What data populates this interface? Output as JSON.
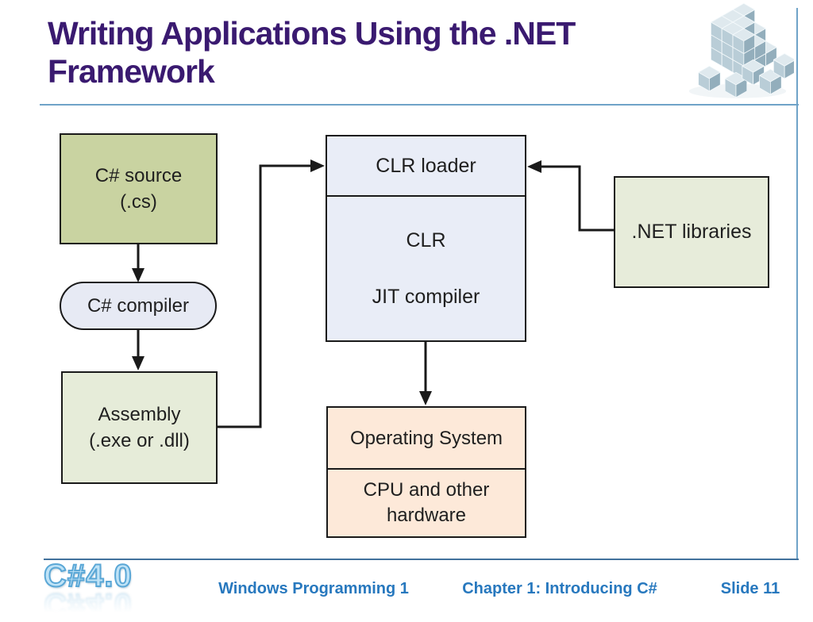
{
  "title": "Writing Applications Using the .NET Framework",
  "diagram": {
    "source_box": {
      "line1": "C# source",
      "line2": "(.cs)"
    },
    "compiler": {
      "label": "C# compiler"
    },
    "assembly_box": {
      "line1": "Assembly",
      "line2": "(.exe or .dll)"
    },
    "clr_box": {
      "header": "CLR loader",
      "line1": "CLR",
      "line2": "JIT compiler"
    },
    "libraries_box": {
      "label": ".NET libraries"
    },
    "os_box": {
      "top": "Operating System",
      "bottom_line1": "CPU and other",
      "bottom_line2": "hardware"
    }
  },
  "footer": {
    "logo": "C#4.0",
    "course": "Windows Programming 1",
    "chapter": "Chapter 1: Introducing C#",
    "slide": "Slide 11"
  },
  "icons": {
    "cubes_icon": "3d-cube-blocks"
  },
  "colors": {
    "title_text": "#3a1a70",
    "accent_line": "#6fa3c8",
    "footer_line": "#41719c",
    "footer_text": "#2778be",
    "source_box_fill": "#c9d3a1",
    "compiler_fill": "#e7eaf4",
    "assembly_fill": "#e6ecd9",
    "clr_fill": "#e9edf7",
    "libraries_fill": "#e7ecda",
    "os_fill": "#fde9d9",
    "box_border": "#1a1a1a",
    "logo_blue": "#5aa7d6"
  }
}
